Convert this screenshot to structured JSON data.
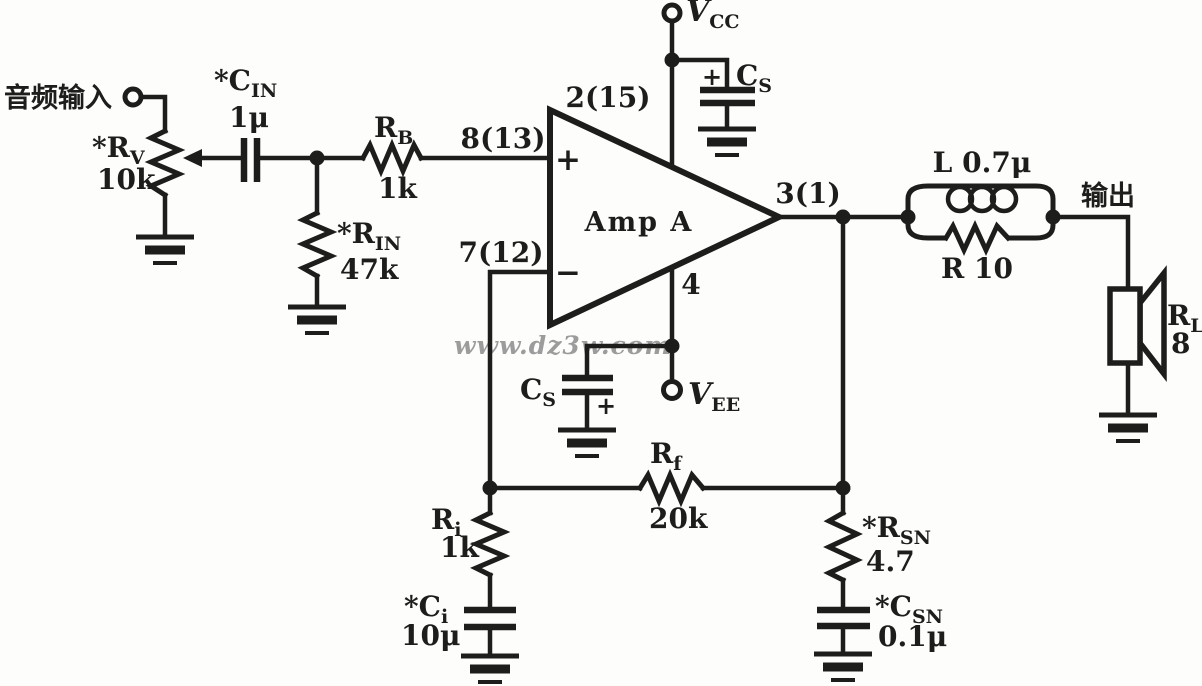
{
  "watermark": "www.dz3w.com",
  "colors": {
    "ink": "#1d1d1b",
    "background": "#fdfdfc",
    "watermark_gray": "#9c9c9c"
  },
  "terminals": {
    "audio_input": "音频输入",
    "output": "输出",
    "vcc": {
      "main": "V",
      "sub": "CC"
    },
    "vee": {
      "main": "V",
      "sub": "EE"
    }
  },
  "amplifier": {
    "name": "Amp A",
    "noninverting_sign": "+",
    "inverting_sign": "−",
    "pin_supply_pos": "2(15)",
    "pin_noninverting": "8(13)",
    "pin_inverting": "7(12)",
    "pin_output": "3(1)",
    "pin_supply_neg": "4"
  },
  "components": {
    "rv": {
      "main": "*R",
      "sub": "V",
      "value": "10k"
    },
    "cin": {
      "main": "*C",
      "sub": "IN",
      "value": "1μ"
    },
    "rb": {
      "main": "R",
      "sub": "B",
      "value": "1k"
    },
    "rin": {
      "main": "*R",
      "sub": "IN",
      "value": "47k"
    },
    "cs_top": {
      "main": "C",
      "sub": "S",
      "polarity": "+"
    },
    "cs_bottom": {
      "main": "C",
      "sub": "S",
      "polarity": "+"
    },
    "rf": {
      "main": "R",
      "sub": "f",
      "value": "20k"
    },
    "ri": {
      "main": "R",
      "sub": "i",
      "value": "1k"
    },
    "ci": {
      "main": "*C",
      "sub": "i",
      "value": "10μ"
    },
    "rsn": {
      "main": "*R",
      "sub": "SN",
      "value": "4.7"
    },
    "csn": {
      "main": "*C",
      "sub": "SN",
      "value": "0.1μ"
    },
    "inductor": {
      "label": "L 0.7μ"
    },
    "damping_resistor": {
      "label": "R 10"
    },
    "rl": {
      "main": "R",
      "sub": "L",
      "value": "8"
    }
  }
}
